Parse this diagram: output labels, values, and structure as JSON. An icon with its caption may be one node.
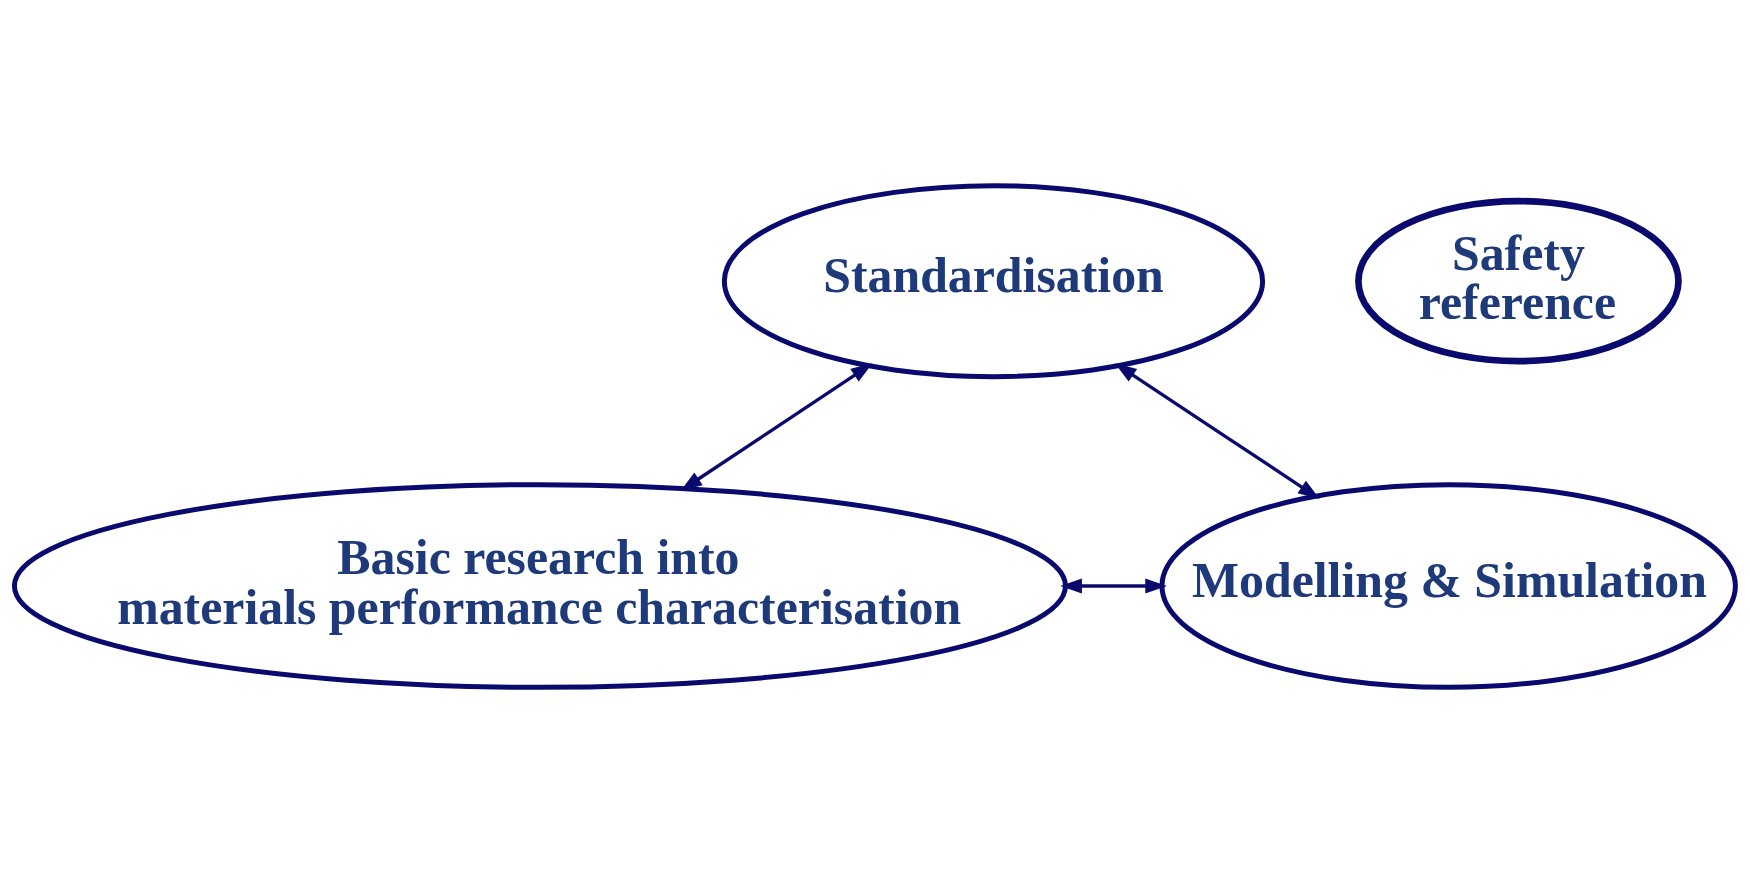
{
  "diagram": {
    "nodes": [
      {
        "text": [
          "Standardisation"
        ]
      },
      {
        "text": [
          "Safety reference"
        ]
      },
      {
        "text": [
          "Basic research into materials performance characterisation"
        ]
      },
      {
        "text": [
          "Modelling & Simulation"
        ]
      }
    ],
    "edges": [
      {
        "from": 0,
        "to": 2,
        "arrow": "both"
      },
      {
        "from": 0,
        "to": 3,
        "arrow": "both"
      },
      {
        "from": 2,
        "to": 3,
        "arrow": "both"
      }
    ]
  }
}
